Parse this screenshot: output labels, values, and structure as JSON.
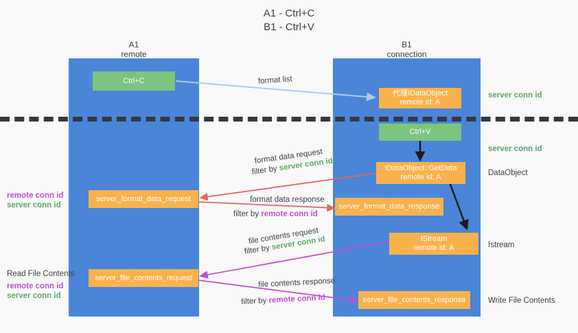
{
  "title": {
    "line1": "A1 - Ctrl+C",
    "line2": "B1 - Ctrl+V"
  },
  "columns": [
    {
      "name": "A1",
      "sub": "remote"
    },
    {
      "name": "B1",
      "sub": "connection"
    }
  ],
  "boxes": {
    "ctrl_c": "Ctrl+C",
    "ctrl_v": "Ctrl+V",
    "proxy_dataobject_l1": "代理IDataObject",
    "proxy_dataobject_l2": "remote id: A",
    "getdata_l1": "IDataObject::GetData",
    "getdata_l2": "remote id: A",
    "istream_l1": "IStream",
    "istream_l2": "remote id: A",
    "server_format_data_request": "server_format_data_request",
    "server_format_data_response": "server_format_data_response",
    "server_file_contents_request": "server_file_contents_request",
    "server_file_contents_response": "server_file_contents_response"
  },
  "mid_labels": {
    "format_list": "format list",
    "format_data_request": "format data request",
    "format_data_request_filter_prefix": "filter by ",
    "format_data_request_filter_key": "server conn id",
    "format_data_response": "format data response",
    "format_data_response_filter_prefix": "filter by ",
    "format_data_response_filter_key": "remote conn id",
    "file_contents_request": "file contents request",
    "file_contents_request_filter_prefix": "filter by ",
    "file_contents_request_filter_key": "server conn id",
    "file_contents_response": "file contents response",
    "file_contents_response_filter_prefix": "filter by ",
    "file_contents_response_filter_key": "remote conn id"
  },
  "left_annotations": {
    "remote_conn_id": "remote conn id",
    "server_conn_id": "server conn id",
    "read_file_contents": "Read File Contents",
    "remote_conn_id_2": "remote conn id",
    "server_conn_id_2": "server conn id"
  },
  "right_annotations": {
    "server_conn_id_top": "server conn id",
    "server_conn_id_second": "server conn id",
    "dataobject": "DataObject",
    "istream": "Istream",
    "write_file_contents": "Write File Contents"
  },
  "colors": {
    "lane": "#4a85d8",
    "green_box": "#7cc47f",
    "orange_box": "#fbb14b",
    "arrow_blue": "#a8cdf0",
    "arrow_red": "#e8645c",
    "arrow_magenta": "#c04fd0",
    "arrow_black": "#1b1b1b",
    "text_green": "#5aab62",
    "text_purple": "#c04fd0",
    "background": "#f9f9f9"
  }
}
